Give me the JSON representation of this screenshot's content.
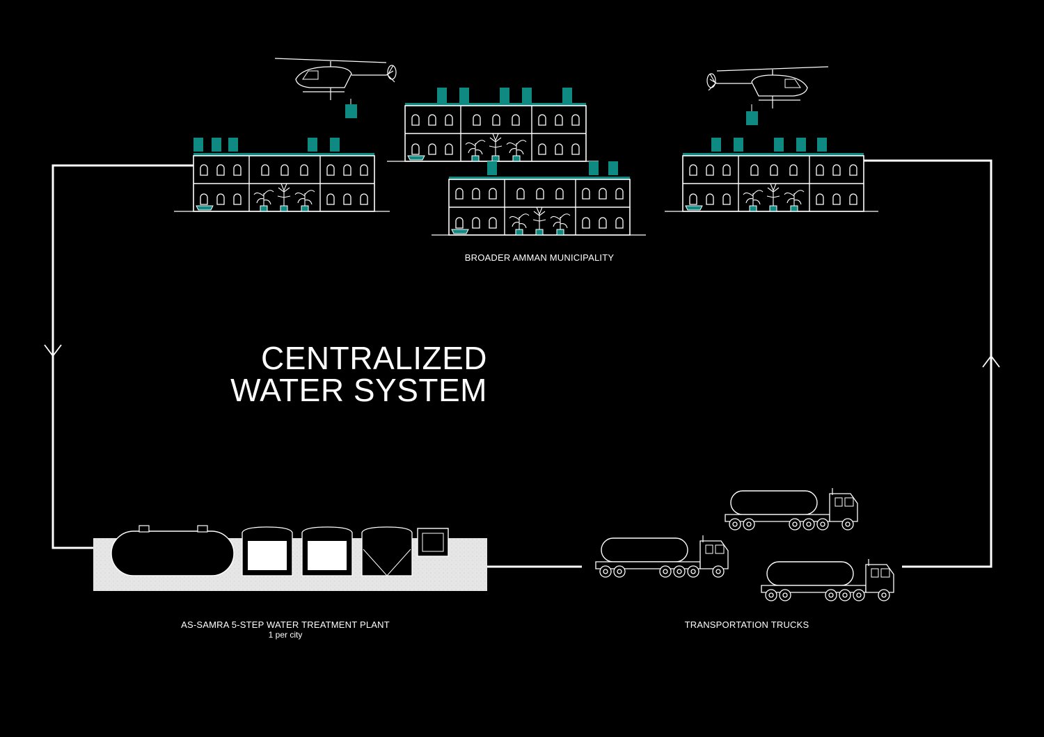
{
  "title": {
    "line1": "CENTRALIZED",
    "line2": "WATER SYSTEM"
  },
  "labels": {
    "municipality": "BROADER AMMAN MUNICIPALITY",
    "plant": "AS-SAMRA 5-STEP WATER TREATMENT PLANT",
    "plant_sub": "1 per city",
    "trucks": "TRANSPORTATION TRUCKS"
  },
  "colors": {
    "background": "#000000",
    "line": "#ffffff",
    "accent_teal": "#0f8a82",
    "plant_ground": "#e4e4e4"
  }
}
